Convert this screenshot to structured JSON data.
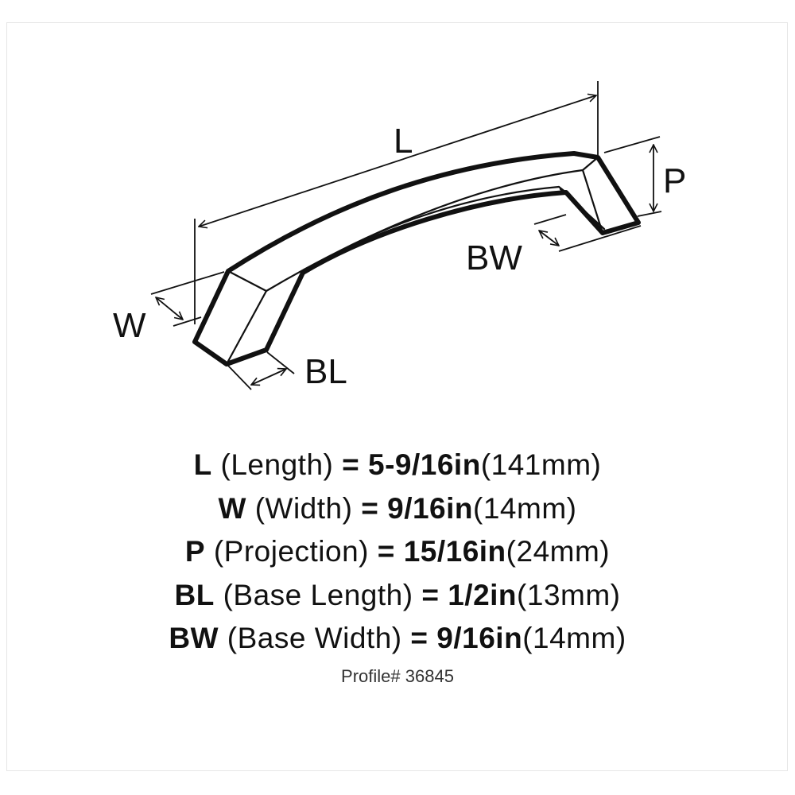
{
  "diagram": {
    "labels": {
      "L": "L",
      "P": "P",
      "BW": "BW",
      "W": "W",
      "BL": "BL"
    }
  },
  "specs": [
    {
      "key": "L",
      "desc": "(Length)",
      "eq": "=",
      "inch": "5-9/16in",
      "mm": "(141mm)"
    },
    {
      "key": "W",
      "desc": "(Width)",
      "eq": "=",
      "inch": "9/16in",
      "mm": "(14mm)"
    },
    {
      "key": "P",
      "desc": "(Projection)",
      "eq": "=",
      "inch": "15/16in",
      "mm": "(24mm)"
    },
    {
      "key": "BL",
      "desc": "(Base Length)",
      "eq": "=",
      "inch": "1/2in",
      "mm": "(13mm)"
    },
    {
      "key": "BW",
      "desc": "(Base Width)",
      "eq": "=",
      "inch": "9/16in",
      "mm": "(14mm)"
    }
  ],
  "profile": "Profile# 36845"
}
